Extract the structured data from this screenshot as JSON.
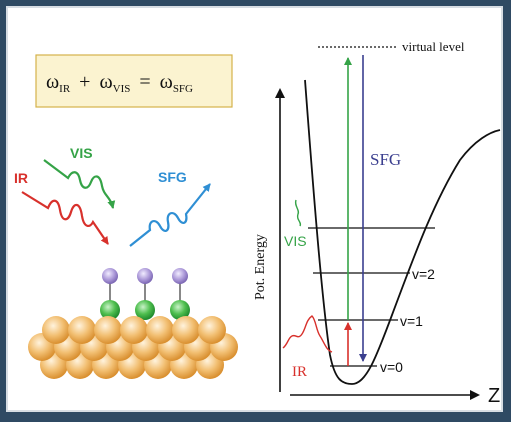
{
  "equation": {
    "w1": "ω",
    "s1": "IR",
    "plus": "+",
    "w2": "ω",
    "s2": "VIS",
    "eq": "=",
    "w3": "ω",
    "s3": "SFG"
  },
  "beams": {
    "ir": "IR",
    "vis": "VIS",
    "sfg": "SFG"
  },
  "diagram": {
    "virtual_level": "virtual level",
    "sfg_transition": "SFG",
    "y_axis": "Pot. Energy",
    "x_axis": "Z",
    "vis_label": "VIS",
    "ir_label": "IR",
    "levels": [
      "v=0",
      "v=1",
      "v=2"
    ]
  },
  "colors": {
    "ir": "#d8312c",
    "vis": "#35a347",
    "sfg": "#2f8fd4",
    "sfg_arrow": "#3b3f8f",
    "eq_box": "#fbf3d0",
    "eq_border": "#d4b24a",
    "molecule_top": "#a997d2",
    "molecule_mid": "#38b04a",
    "substrate": "#efb15a"
  }
}
